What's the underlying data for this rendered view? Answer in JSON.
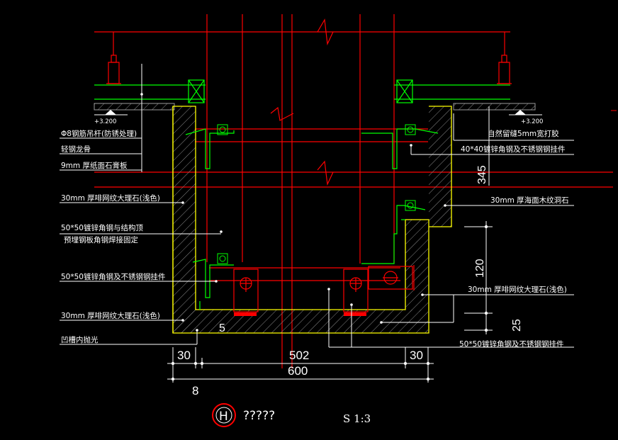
{
  "drawing": {
    "background": "#000000",
    "colors": {
      "structure_red": "#ff0000",
      "marble_yellow": "#ffff00",
      "steel_green": "#00ff00",
      "hatch_white": "#9a9a9a",
      "leader_white": "#ffffff",
      "block_red": "#ff0000"
    },
    "levels": {
      "left": "+3.200",
      "right": "+3.200"
    },
    "labels_left": [
      "Φ8钢筋吊杆(防锈处理)",
      "轻钢龙骨",
      "9mm 厚纸面石膏板",
      "30mm 厚啡网纹大理石(浅色)",
      "50*50镀锌角钢与结构顶",
      "预埋钢板角钢焊接固定",
      "50*50镀锌角钢及不锈钢钢挂件",
      "30mm 厚啡网纹大理石(浅色)",
      "凹槽内抛光"
    ],
    "labels_right": [
      "自然留缝5mm宽打胶",
      "40*40镀锌角钢及不锈钢钢挂件",
      "30mm 厚海面木纹洞石",
      "30mm 厚啡网纹大理石(浅色)",
      "50*50镀锌角钢及不锈钢钢挂件"
    ],
    "dimensions": {
      "d30_left": "30",
      "d502": "502",
      "d30_right": "30",
      "d600": "600",
      "d8": "8",
      "d345": "345",
      "d120": "120",
      "d25": "25",
      "d5": "5"
    },
    "title_block": {
      "symbol": "H",
      "name": "?????",
      "scale": "S 1:3"
    }
  }
}
